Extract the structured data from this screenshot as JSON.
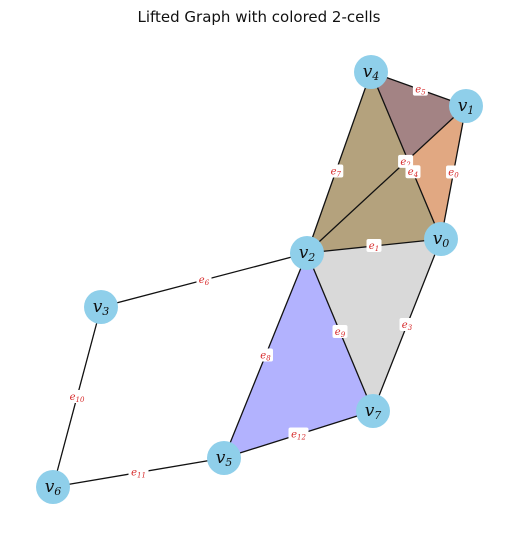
{
  "title": "Lifted Graph with colored 2-cells",
  "colors": {
    "node_fill": "#8fcfea",
    "edge_stroke": "#111111",
    "edge_label_text": "#d62728",
    "edge_label_bg": "#ffffff"
  },
  "nodes": [
    {
      "id": "v0",
      "letter": "v",
      "sub": "0"
    },
    {
      "id": "v1",
      "letter": "v",
      "sub": "1"
    },
    {
      "id": "v2",
      "letter": "v",
      "sub": "2"
    },
    {
      "id": "v3",
      "letter": "v",
      "sub": "3"
    },
    {
      "id": "v4",
      "letter": "v",
      "sub": "4"
    },
    {
      "id": "v5",
      "letter": "v",
      "sub": "5"
    },
    {
      "id": "v6",
      "letter": "v",
      "sub": "6"
    },
    {
      "id": "v7",
      "letter": "v",
      "sub": "7"
    }
  ],
  "edges": [
    {
      "id": "e0",
      "letter": "e",
      "sub": "0",
      "from": "v0",
      "to": "v1"
    },
    {
      "id": "e1",
      "letter": "e",
      "sub": "1",
      "from": "v0",
      "to": "v2"
    },
    {
      "id": "e2",
      "letter": "e",
      "sub": "2",
      "from": "v1",
      "to": "v2"
    },
    {
      "id": "e3",
      "letter": "e",
      "sub": "3",
      "from": "v0",
      "to": "v7"
    },
    {
      "id": "e4",
      "letter": "e",
      "sub": "4",
      "from": "v0",
      "to": "v4"
    },
    {
      "id": "e5",
      "letter": "e",
      "sub": "5",
      "from": "v1",
      "to": "v4"
    },
    {
      "id": "e6",
      "letter": "e",
      "sub": "6",
      "from": "v2",
      "to": "v3"
    },
    {
      "id": "e7",
      "letter": "e",
      "sub": "7",
      "from": "v2",
      "to": "v4"
    },
    {
      "id": "e8",
      "letter": "e",
      "sub": "8",
      "from": "v2",
      "to": "v5"
    },
    {
      "id": "e9",
      "letter": "e",
      "sub": "9",
      "from": "v2",
      "to": "v7"
    },
    {
      "id": "e10",
      "letter": "e",
      "sub": "10",
      "from": "v3",
      "to": "v6"
    },
    {
      "id": "e11",
      "letter": "e",
      "sub": "11",
      "from": "v5",
      "to": "v6"
    },
    {
      "id": "e12",
      "letter": "e",
      "sub": "12",
      "from": "v5",
      "to": "v7"
    }
  ],
  "cells": [
    {
      "id": "cell-v0-v1-v2",
      "vertices": [
        "v0",
        "v1",
        "v2"
      ],
      "color": "#e1a882"
    },
    {
      "id": "cell-v1-v2-v4",
      "vertices": [
        "v1",
        "v2",
        "v4"
      ],
      "color": "#a38384"
    },
    {
      "id": "cell-v2-v4-v0",
      "vertices": [
        "v2",
        "v4",
        "v0"
      ],
      "color": "#7f7f7f"
    },
    {
      "id": "cell-v0-v2-v4",
      "vertices": [
        "v0",
        "v2",
        "v4"
      ],
      "color": "#b4a27d"
    },
    {
      "id": "cell-v0-v2-v7",
      "vertices": [
        "v0",
        "v2",
        "v7"
      ],
      "color": "#d9d9d9"
    },
    {
      "id": "cell-v2-v5-v7",
      "vertices": [
        "v2",
        "v5",
        "v7"
      ],
      "color": "#b2b2fe"
    }
  ]
}
